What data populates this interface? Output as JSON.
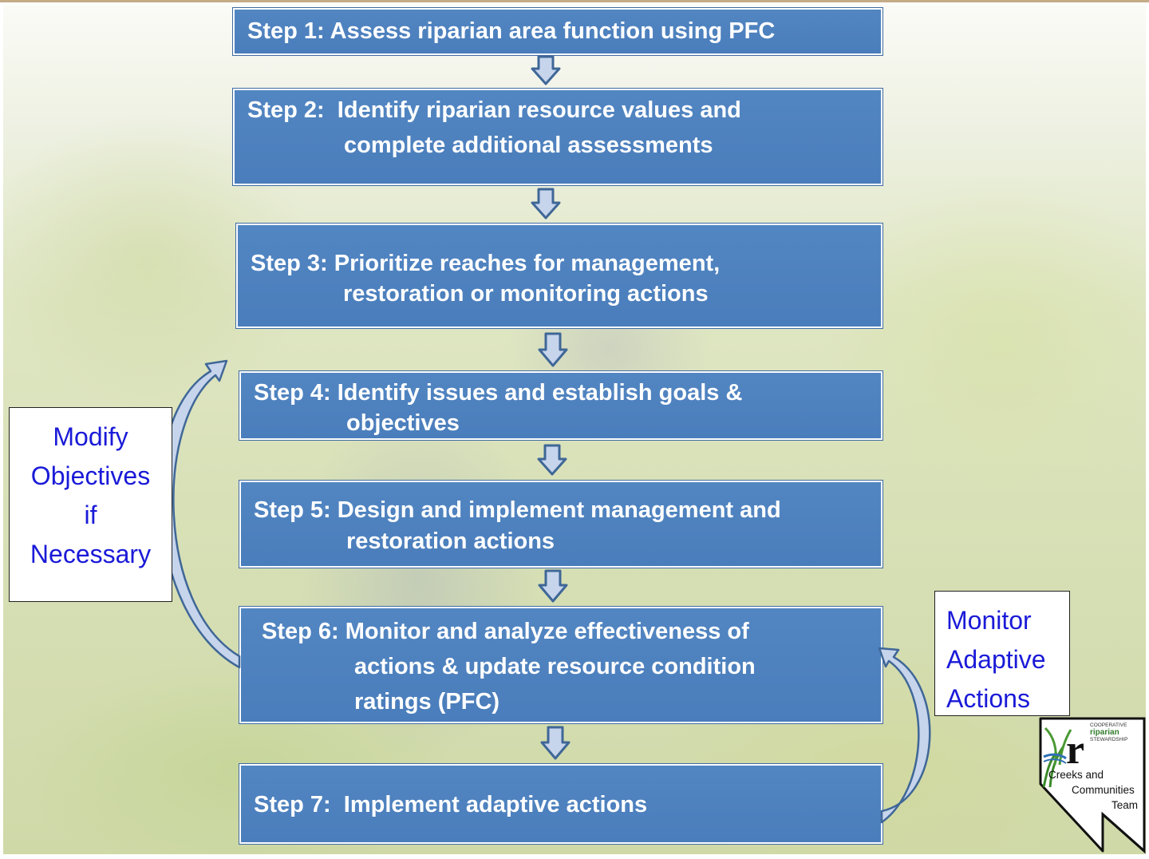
{
  "steps": [
    {
      "lines": [
        "Step 1: Assess riparian area function using PFC"
      ]
    },
    {
      "lines": [
        "Step 2:  Identify riparian resource values and",
        "complete additional assessments"
      ]
    },
    {
      "lines": [
        "Step 3: Prioritize reaches for management,",
        "restoration or monitoring actions"
      ]
    },
    {
      "lines": [
        "Step 4: Identify issues and establish goals &",
        "objectives"
      ]
    },
    {
      "lines": [
        "Step 5: Design and implement management and",
        "restoration actions"
      ]
    },
    {
      "lines": [
        "Step 6: Monitor and analyze effectiveness of",
        "actions & update resource condition",
        "ratings (PFC)"
      ]
    },
    {
      "lines": [
        "Step 7:  Implement adaptive actions"
      ]
    }
  ],
  "left_note": {
    "lines": [
      "Modify",
      "Objectives",
      "if",
      "Necessary"
    ]
  },
  "right_note": {
    "lines": [
      "Monitor",
      "Adaptive",
      "Actions"
    ]
  },
  "logo": {
    "mark": "r",
    "small_lines": [
      "COOPERATIVE",
      "riparian",
      "STEWARDSHIP"
    ],
    "team_lines": [
      "Creeks and",
      "Communities",
      "Team"
    ]
  },
  "colors": {
    "step_fill": "#4f82bf",
    "step_border": "#ffffff",
    "note_text": "#1a1ad8",
    "arrow_fill": "#c6d4ec",
    "arrow_stroke": "#3f6797"
  },
  "icons": {
    "down_arrow": "down-arrow-icon",
    "loop_arrow": "curved-arrow-icon"
  }
}
